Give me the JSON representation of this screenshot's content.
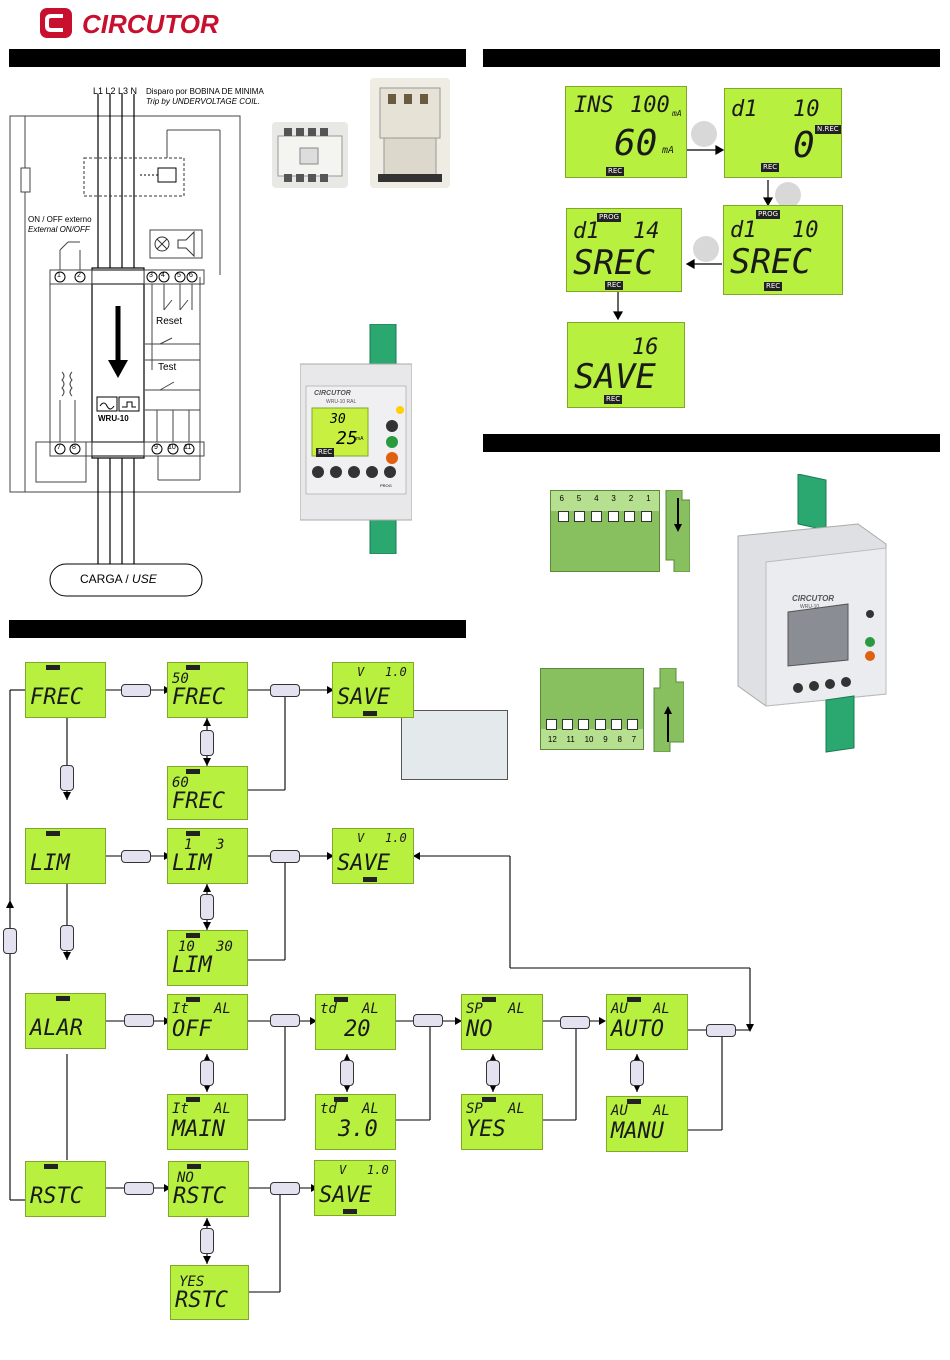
{
  "brand": {
    "name": "CIRCUTOR"
  },
  "colors": {
    "brand_red": "#c8102e",
    "lcd_green": "#b8f040",
    "connector_green": "#2aa870"
  },
  "wiring": {
    "phases": "L1 L2 L3 N",
    "trip_es": "Disparo por BOBINA DE MINIMA",
    "trip_en": "Trip by UNDERVOLTAGE COIL.",
    "onoff_es": "ON / OFF externo",
    "onoff_en": "External ON/OFF",
    "t1": "1",
    "t2": "2",
    "t3": "3",
    "t4": "4",
    "t5": "5",
    "t6": "6",
    "t7": "7",
    "t8": "8",
    "t9": "9",
    "t10": "10",
    "t11": "11",
    "reset": "Reset",
    "test": "Test",
    "device": "WRU-10",
    "load_es": "CARGA",
    "load_sep": "/",
    "load_en": "USE"
  },
  "device": {
    "brand": "CIRCUTOR",
    "model": "WRU-10 RAL",
    "model_short": "WRU-10",
    "lcd_main": "25",
    "lcd_top": "30",
    "lcd_unit": "mA",
    "rec": "REC",
    "prog": "PROG"
  },
  "rec_sequence": {
    "s1_top": "INS",
    "s1_top_val": "100",
    "s1_unit": "mA",
    "s1_main": "60",
    "s1_unit2": "mA",
    "s1_tag": "REC",
    "s2_top": "d1",
    "s2_top_val": "10",
    "s2_main": "0",
    "s2_label": "N.REC",
    "s2_tag": "REC",
    "s3_tag_top": "PROG",
    "s3_top": "d1",
    "s3_top_val": "10",
    "s3_main": "SREC",
    "s3_tag": "REC",
    "s4_tag_top": "PROG",
    "s4_top": "d1",
    "s4_top_val": "14",
    "s4_main": "SREC",
    "s4_tag": "REC",
    "s5_top_val": "16",
    "s5_main": "SAVE",
    "s5_tag": "REC"
  },
  "connectors": {
    "top_nums": [
      "6",
      "5",
      "4",
      "3",
      "2",
      "1"
    ],
    "bottom_nums": [
      "12",
      "11",
      "10",
      "9",
      "8",
      "7"
    ]
  },
  "menu": {
    "frec": {
      "main": "FREC",
      "opt1_top": "50",
      "opt1_main": "FREC",
      "opt2_top": "60",
      "opt2_main": "FREC",
      "save_v": "V",
      "save_ver": "1.0",
      "save_main": "SAVE"
    },
    "lim": {
      "main": "LIM",
      "opt1_top_a": "1",
      "opt1_top_b": "3",
      "opt1_main": "LIM",
      "opt2_top_a": "10",
      "opt2_top_b": "30",
      "opt2_main": "LIM",
      "save_v": "V",
      "save_ver": "1.0",
      "save_main": "SAVE"
    },
    "alar": {
      "main": "ALAR",
      "it_top": "It",
      "al": "AL",
      "it_off": "OFF",
      "it_main": "MAIN",
      "td_top": "td",
      "td_1": "20",
      "td_2": "3.0",
      "sp_top": "SP",
      "sp_1": "NO",
      "sp_2": "YES",
      "au_top": "AU",
      "au_1": "AUTO",
      "au_2": "MANU"
    },
    "rstc": {
      "main": "RSTC",
      "opt1_top": "NO",
      "opt1_main": "RSTC",
      "opt2_top": "YES",
      "opt2_main": "RSTC",
      "save_v": "V",
      "save_ver": "1.0",
      "save_main": "SAVE"
    }
  }
}
